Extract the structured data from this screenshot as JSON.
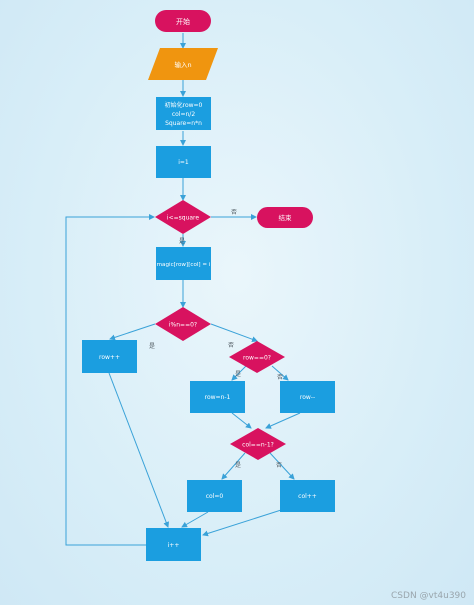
{
  "nodes": {
    "start": "开始",
    "input": "输入n",
    "init": [
      "初始化row=0",
      "col=n/2",
      "Square=n*n"
    ],
    "i_assign": "i=1",
    "cond_square": "i<=square",
    "end": "结束",
    "magic": "magic[row][col] = i",
    "cond_mod": "i%n==0?",
    "row_inc": "row++",
    "cond_row": "row==0?",
    "row_set": "row=n-1",
    "row_dec": "row--",
    "cond_col": "col==n-1?",
    "col_zero": "col=0",
    "col_inc": "col++",
    "i_inc": "i++"
  },
  "labels": {
    "yes": "是",
    "no": "否"
  },
  "colors": {
    "start_end": "#d8125f",
    "input": "#f0950f",
    "process": "#1b9ee0",
    "decision": "#d8125f",
    "edge": "#3aa2d8"
  },
  "watermark": "CSDN @vt4u390"
}
